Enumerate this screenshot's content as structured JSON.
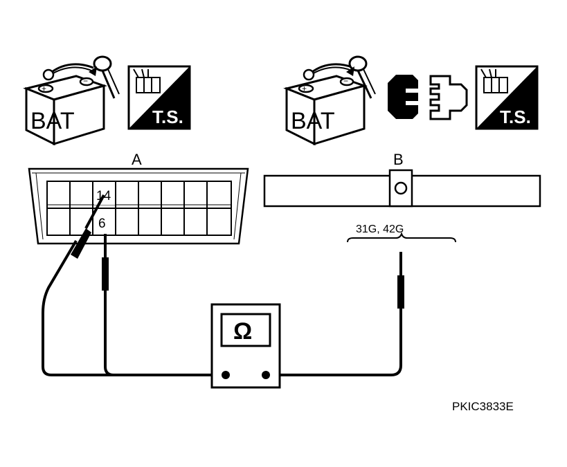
{
  "figure": {
    "left_group": {
      "battery_label": "BAT",
      "tool_label": "T.S.",
      "icons": [
        "battery-disconnected-icon",
        "tool-set-icon"
      ]
    },
    "right_group": {
      "battery_label": "BAT",
      "tool_label": "T.S.",
      "icons": [
        "battery-disconnected-icon",
        "connector-disconnected-icon",
        "tool-set-icon"
      ]
    },
    "connector_a": {
      "label": "A",
      "pin_top": "14",
      "pin_bottom": "6"
    },
    "connector_b": {
      "label": "B",
      "terminals": "31G, 42G"
    },
    "meter": {
      "symbol": "Ω",
      "icon": "ohmmeter-icon"
    },
    "reference_code": "PKIC3833E"
  }
}
